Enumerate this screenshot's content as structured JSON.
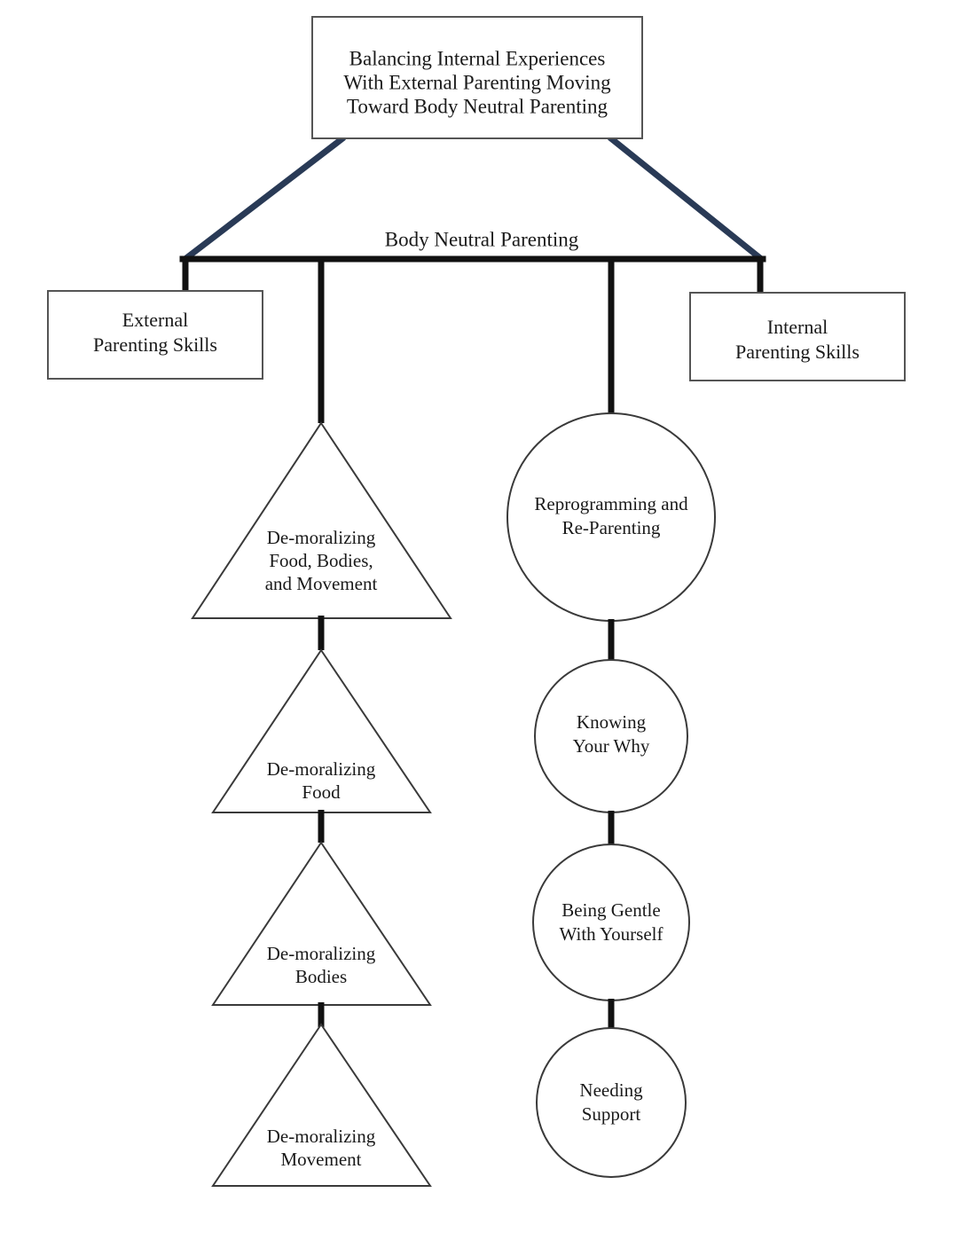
{
  "diagram": {
    "title_box": {
      "lines": [
        "Balancing Internal Experiences",
        "With External Parenting Moving",
        "Toward Body Neutral Parenting"
      ]
    },
    "spine_label": "Body Neutral Parenting",
    "left_branch_box": {
      "lines": [
        "External",
        "Parenting Skills"
      ]
    },
    "right_branch_box": {
      "lines": [
        "Internal",
        "Parenting Skills"
      ]
    },
    "triangles": [
      {
        "lines": [
          "De-moralizing",
          "Food, Bodies,",
          "and Movement"
        ]
      },
      {
        "lines": [
          "De-moralizing",
          "Food"
        ]
      },
      {
        "lines": [
          "De-moralizing",
          "Bodies"
        ]
      },
      {
        "lines": [
          "De-moralizing",
          "Movement"
        ]
      }
    ],
    "circles": [
      {
        "lines": [
          "Reprogramming and",
          "Re-Parenting"
        ]
      },
      {
        "lines": [
          "Knowing",
          "Your Why"
        ]
      },
      {
        "lines": [
          "Being Gentle",
          "With Yourself"
        ]
      },
      {
        "lines": [
          "Needing",
          "Support"
        ]
      }
    ],
    "colors": {
      "diagonal_connector": "#293a56",
      "spine_bar": "#111111",
      "vertical_connector": "#111111",
      "shape_outline": "#3a3a3a",
      "box_outline": "#555555",
      "text": "#1a1a1a",
      "background": "#ffffff"
    }
  }
}
